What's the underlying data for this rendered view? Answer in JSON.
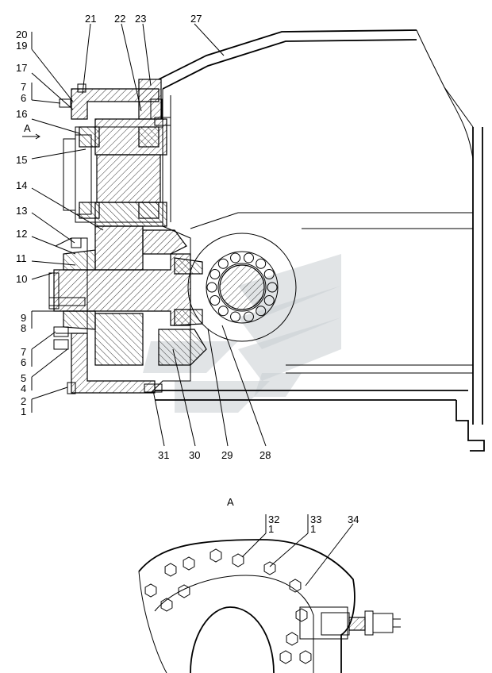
{
  "callouts_main": [
    {
      "id": "c21",
      "text": "21"
    },
    {
      "id": "c22",
      "text": "22"
    },
    {
      "id": "c23",
      "text": "23"
    },
    {
      "id": "c27",
      "text": "27"
    },
    {
      "id": "c20",
      "text": "20"
    },
    {
      "id": "c19",
      "text": "19"
    },
    {
      "id": "c17",
      "text": "17"
    },
    {
      "id": "c7a",
      "text": "7"
    },
    {
      "id": "c6a",
      "text": "6"
    },
    {
      "id": "c16",
      "text": "16"
    },
    {
      "id": "cA",
      "text": "A"
    },
    {
      "id": "c15",
      "text": "15"
    },
    {
      "id": "c14",
      "text": "14"
    },
    {
      "id": "c13",
      "text": "13"
    },
    {
      "id": "c12",
      "text": "12"
    },
    {
      "id": "c11",
      "text": "11"
    },
    {
      "id": "c10",
      "text": "10"
    },
    {
      "id": "c9",
      "text": "9"
    },
    {
      "id": "c8",
      "text": "8"
    },
    {
      "id": "c7b",
      "text": "7"
    },
    {
      "id": "c6b",
      "text": "6"
    },
    {
      "id": "c5",
      "text": "5"
    },
    {
      "id": "c4",
      "text": "4"
    },
    {
      "id": "c2",
      "text": "2"
    },
    {
      "id": "c1",
      "text": "1"
    },
    {
      "id": "c31",
      "text": "31"
    },
    {
      "id": "c30",
      "text": "30"
    },
    {
      "id": "c29",
      "text": "29"
    },
    {
      "id": "c28",
      "text": "28"
    }
  ],
  "view_a": {
    "title": "A",
    "callouts": [
      {
        "id": "v32",
        "text": "32"
      },
      {
        "id": "v32b",
        "text": "1"
      },
      {
        "id": "v33",
        "text": "33"
      },
      {
        "id": "v33b",
        "text": "1"
      },
      {
        "id": "v34",
        "text": "34"
      }
    ]
  }
}
